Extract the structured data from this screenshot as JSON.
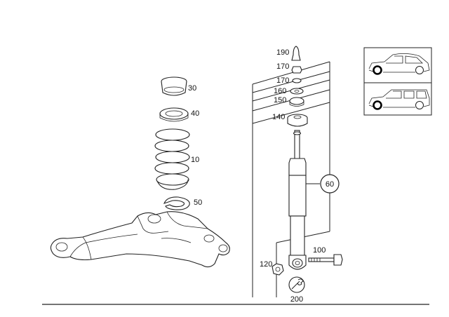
{
  "part_labels": {
    "p30": "30",
    "p40": "40",
    "p10": "10",
    "p50": "50",
    "p190": "190",
    "p170a": "170",
    "p170b": "170",
    "p160": "160",
    "p150": "150",
    "p140": "140",
    "p60": "60",
    "p100": "100",
    "p120": "120",
    "p200": "200"
  },
  "vehicle_variants": [
    {
      "name": "sedan-icon"
    },
    {
      "name": "wagon-icon"
    }
  ]
}
